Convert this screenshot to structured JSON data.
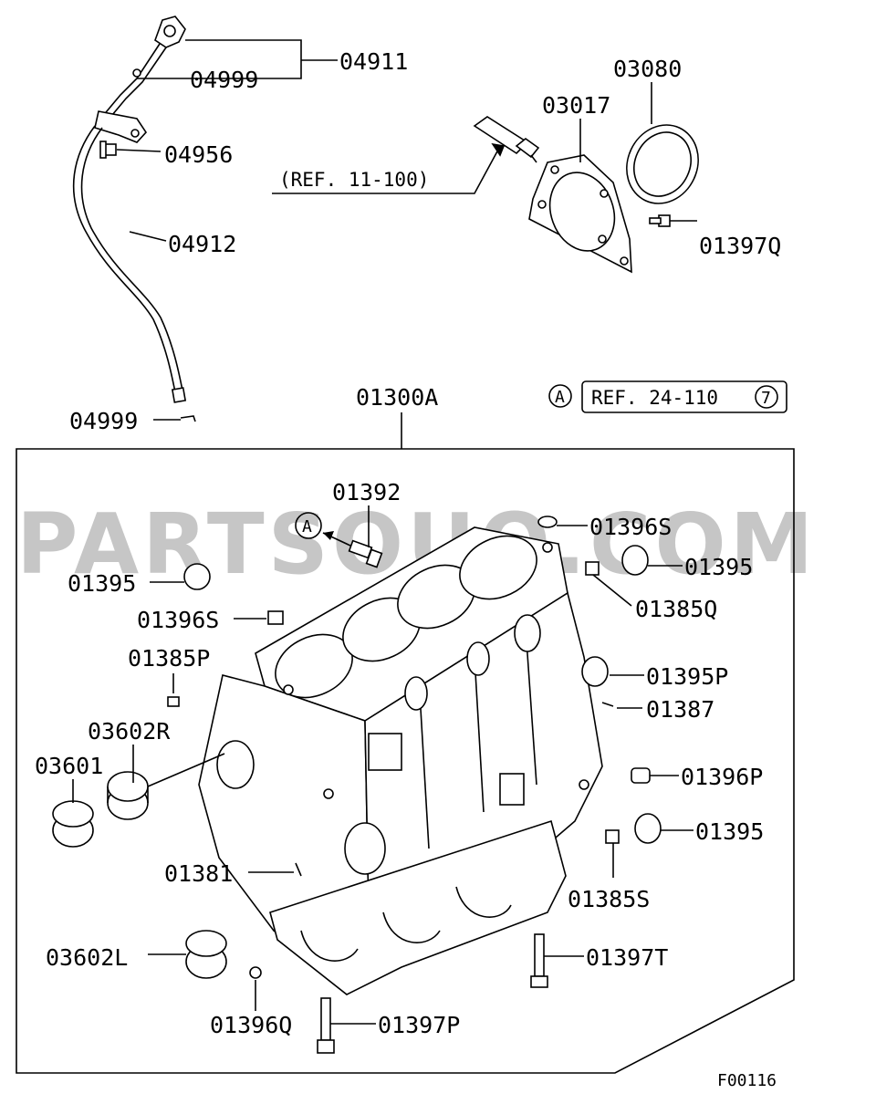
{
  "watermark": "PARTSOUQ.COM",
  "figure_id": "F00116",
  "refs": {
    "ref_11_100": "(REF. 11-100)",
    "ref_24_110": "REF. 24-110",
    "ref_24_110_circle": "7",
    "marker_a": "A"
  },
  "labels": {
    "p04911": "04911",
    "p04999_top": "04999",
    "p04956": "04956",
    "p04912": "04912",
    "p04999_bottom": "04999",
    "p03080": "03080",
    "p03017": "03017",
    "p01397q": "01397Q",
    "p01300a": "01300A",
    "p01392": "01392",
    "p01396s_right": "01396S",
    "p01395_left": "01395",
    "p01395_right_top": "01395",
    "p01385q": "01385Q",
    "p01396s_left": "01396S",
    "p01385p": "01385P",
    "p01395p": "01395P",
    "p01387": "01387",
    "p03602r": "03602R",
    "p03601": "03601",
    "p01396p": "01396P",
    "p01395_right_bottom": "01395",
    "p01381": "01381",
    "p01385s": "01385S",
    "p03602l": "03602L",
    "p01397t": "01397T",
    "p01396q": "01396Q",
    "p01397p": "01397P"
  }
}
